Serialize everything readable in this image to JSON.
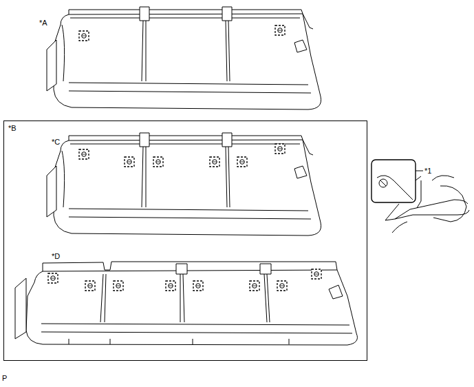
{
  "diagram": {
    "nodes": [
      {
        "text": [
          "*B"
        ]
      }
    ],
    "labels": [
      "*A",
      "*C",
      "*D",
      "*1",
      "P"
    ]
  }
}
